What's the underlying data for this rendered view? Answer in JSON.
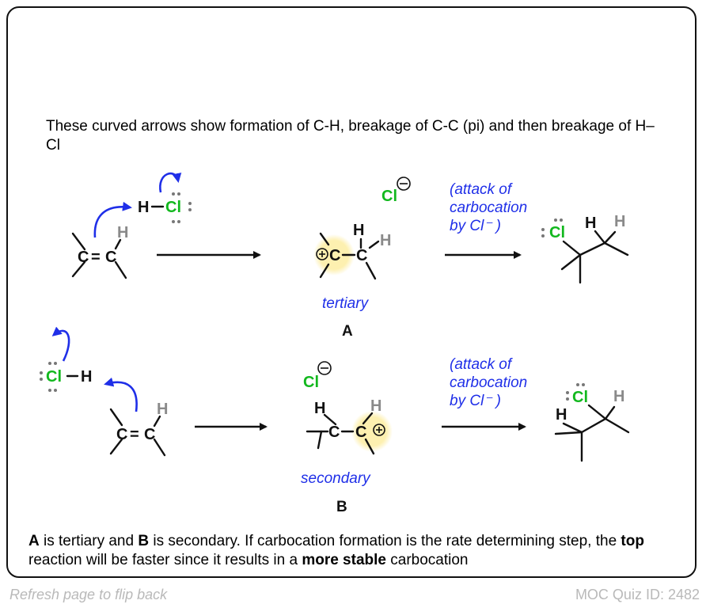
{
  "intro_text": "These curved arrows show formation of C-H, breakage of C-C (pi) and then breakage of H–Cl",
  "atoms": {
    "carbon": "C",
    "hydrogen": "H",
    "chlorine": "Cl",
    "double_bond": "=",
    "bond_dash": "–",
    "single_bond": "—",
    "lone_pair": ":",
    "plus_charge": "+",
    "minus_charge": "−"
  },
  "annotations": {
    "attack_line1": "(attack of",
    "attack_line2": "carbocation",
    "attack_line3": "by Cl⁻ )",
    "tertiary": "tertiary",
    "secondary": "secondary",
    "label_a": "A",
    "label_b": "B"
  },
  "caption": {
    "a": "A",
    "part1": " is tertiary and ",
    "b": "B",
    "part2": " is secondary. If carbocation formation is the rate determining step, the ",
    "top": "top",
    "part3": " reaction will be faster since it results in a ",
    "more_stable": "more stable",
    "part4": " carbocation"
  },
  "footer": {
    "left": "Refresh page to flip back",
    "right": "MOC Quiz ID: 2482"
  },
  "colors": {
    "arrow_blue": "#1f2fe8",
    "chlorine_green": "#12b81e",
    "hydrogen_grey": "#8a8a8a",
    "highlight_yellow": "#fdf0b0"
  }
}
